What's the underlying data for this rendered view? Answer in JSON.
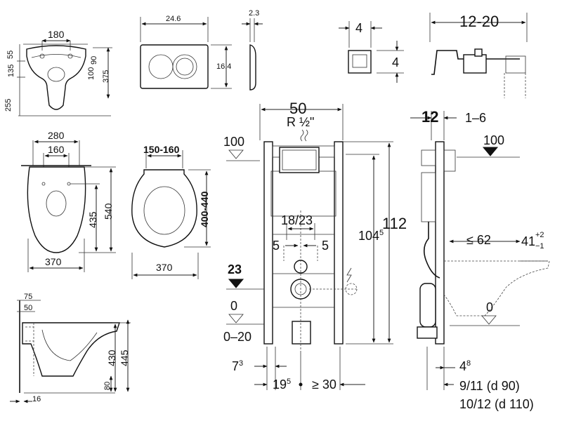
{
  "top_view": {
    "width": "180",
    "h1": "135",
    "h2": "55",
    "h3": "90",
    "h4": "100",
    "h5": "375",
    "h6": "255"
  },
  "plate": {
    "width": "24.6",
    "height": "16.4",
    "depth": "2.3"
  },
  "bracket": {
    "w": "4",
    "h": "4"
  },
  "clip": {
    "range": "12-20"
  },
  "bowl_top": {
    "outer": "280",
    "inner": "160",
    "len1": "435",
    "len2": "540",
    "bottom": "370"
  },
  "seat": {
    "width": "150-160",
    "height": "400-440",
    "bottom": "370"
  },
  "side_view": {
    "d1": "75",
    "d2": "50",
    "h1": "430",
    "h2": "445",
    "h3": "80",
    "bot": "16"
  },
  "frame_front": {
    "width": "50",
    "pipe": "R ½\"",
    "level100": "100",
    "spacing": "18/23",
    "left5": "5",
    "right5": "5",
    "height_main": "112",
    "height_sub_base": "104",
    "height_sub_sup": "5",
    "level23": "23",
    "level0": "0",
    "range0": "0–20",
    "bottom_a_base": "7",
    "bottom_a_sup": "3",
    "bottom_b_base": "19",
    "bottom_b_sup": "5",
    "bottom_c": "≥ 30"
  },
  "frame_side": {
    "depth12": "12",
    "range16": "1–6",
    "level100": "100",
    "reach": "≤ 62",
    "h41": "41",
    "tol_plus": "+2",
    "tol_minus": "−1",
    "level0": "0",
    "bottom_base": "4",
    "bottom_sup": "8",
    "pipe90": "9/11 (d 90)",
    "pipe110": "10/12 (d 110)"
  }
}
